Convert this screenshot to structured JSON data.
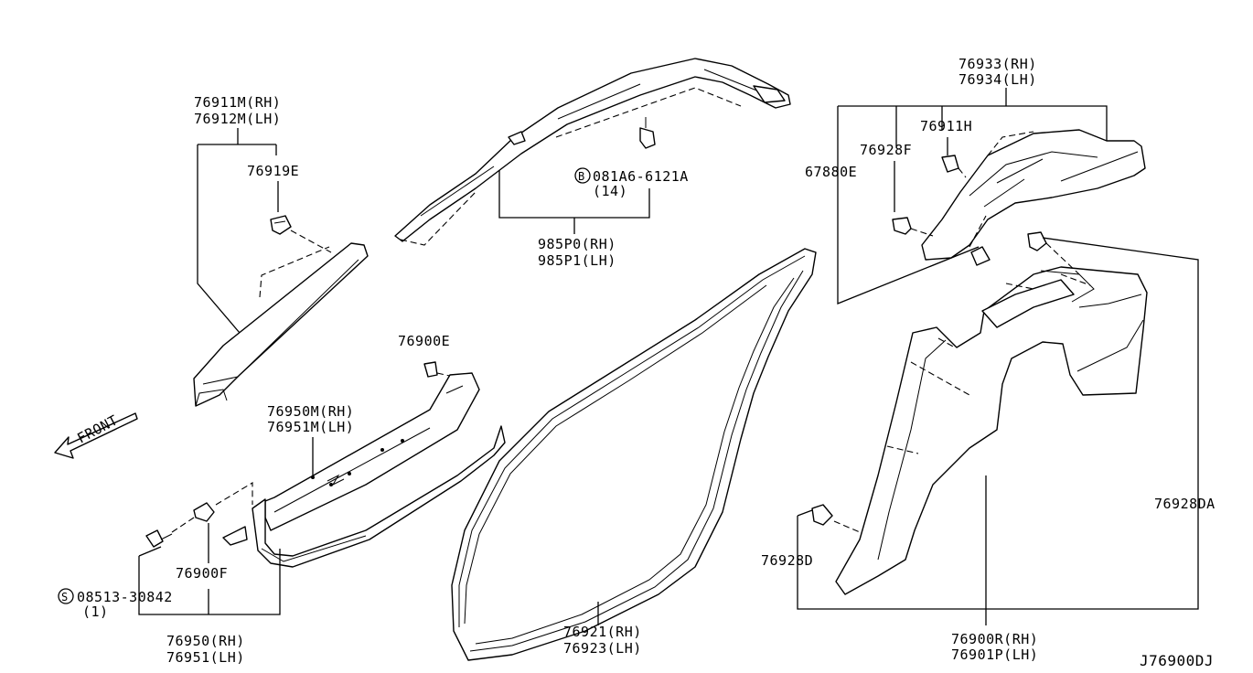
{
  "diagram_id": "J76900DJ",
  "front_label": "FRONT",
  "labels": {
    "p76911M": "76911M(RH)",
    "p76912M": "76912M(LH)",
    "p76919E": "76919E",
    "b_code": "B",
    "p081A6": "081A6-6121A",
    "p081A6_qty": "(14)",
    "p985P0": "985P0(RH)",
    "p985P1": "985P1(LH)",
    "p76933": "76933(RH)",
    "p76934": "76934(LH)",
    "p76911H": "76911H",
    "p76928F": "76928F",
    "p67880E": "67880E",
    "p76900E": "76900E",
    "p76950M": "76950M(RH)",
    "p76951M": "76951M(LH)",
    "p76900F": "76900F",
    "s_code": "S",
    "p08513": "08513-30842",
    "p08513_qty": "(1)",
    "p76950": "76950(RH)",
    "p76951": "76951(LH)",
    "p76921": "76921(RH)",
    "p76923": "76923(LH)",
    "p76928DA": "76928DA",
    "p76928D": "76928D",
    "p76900R": "76900R(RH)",
    "p76901P": "76901P(LH)"
  }
}
